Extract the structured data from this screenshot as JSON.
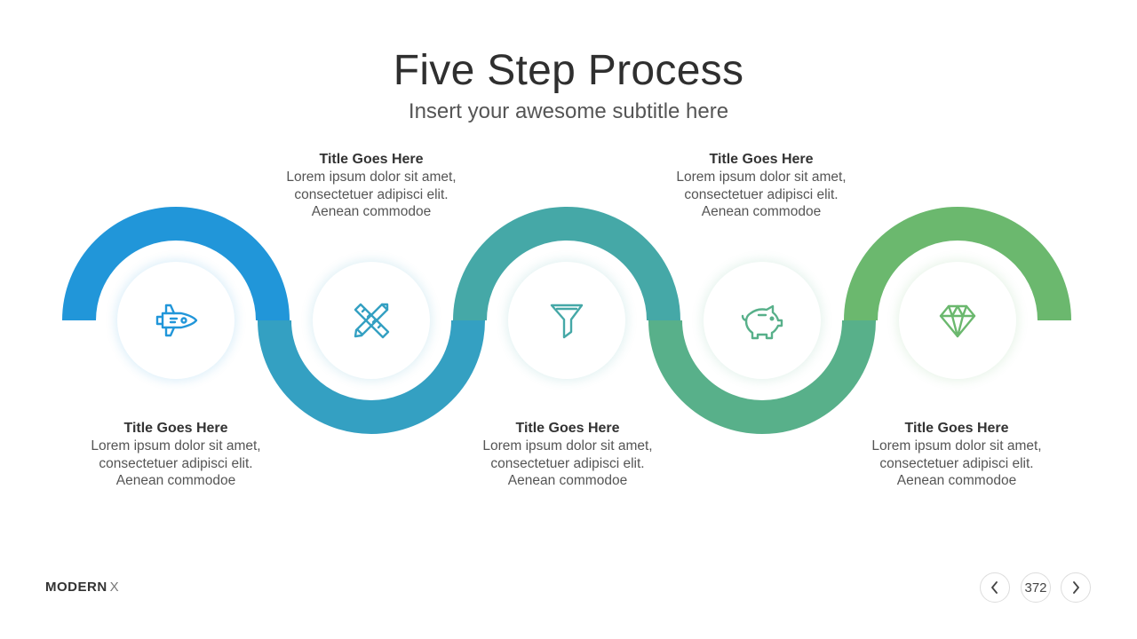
{
  "header": {
    "title": "Five Step Process",
    "subtitle": "Insert your awesome subtitle here"
  },
  "steps": [
    {
      "title": "Title  Goes Here",
      "body": "Lorem ipsum dolor sit amet,\nconsectetuer adipisci elit.\nAenean commodoe",
      "icon": "rocket-icon",
      "color": "#2196D9"
    },
    {
      "title": "Title  Goes Here",
      "body": "Lorem ipsum dolor sit amet,\nconsectetuer adipisci elit.\nAenean commodoe",
      "icon": "pencil-ruler-icon",
      "color": "#34A0C2"
    },
    {
      "title": "Title  Goes Here",
      "body": "Lorem ipsum dolor sit amet,\nconsectetuer adipisci elit.\nAenean commodoe",
      "icon": "funnel-icon",
      "color": "#45A8A7"
    },
    {
      "title": "Title  Goes Here",
      "body": "Lorem ipsum dolor sit amet,\nconsectetuer adipisci elit.\nAenean commodoe",
      "icon": "piggy-bank-icon",
      "color": "#58B08A"
    },
    {
      "title": "Title  Goes Here",
      "body": "Lorem ipsum dolor sit amet,\nconsectetuer adipisci elit.\nAenean commodoe",
      "icon": "diamond-icon",
      "color": "#6BB86E"
    }
  ],
  "footer": {
    "brand_main": "MODERN",
    "brand_suffix": "X",
    "page_number": "372"
  }
}
